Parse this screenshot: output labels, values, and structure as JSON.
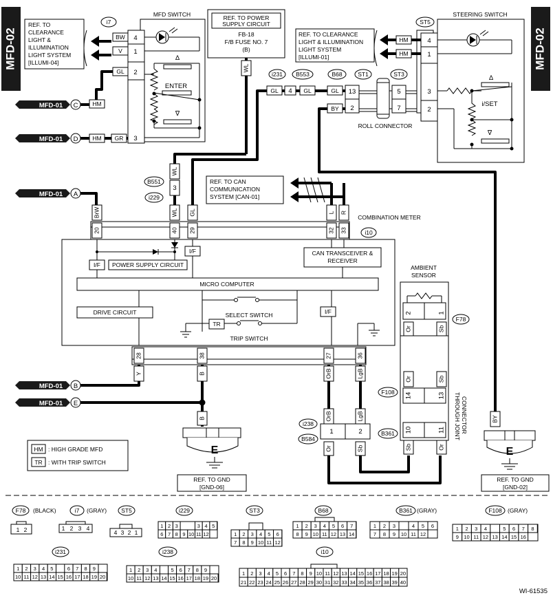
{
  "title": "MFD-02",
  "figure_id": "WI-61535",
  "refs": {
    "illumi04": [
      "REF. TO",
      "CLEARANCE",
      "LIGHT &",
      "ILLUMINATION",
      "LIGHT SYSTEM",
      "[ILLUMI-04]"
    ],
    "illumi01": [
      "REF. TO CLEARANCE",
      "LIGHT & ILLUMINATION",
      "LIGHT SYSTEM",
      "[ILLUMI-01]"
    ],
    "power": [
      "REF. TO POWER",
      "SUPPLY CIRCUIT"
    ],
    "fuse": [
      "FB-18",
      "F/B FUSE NO. 7",
      "(B)"
    ],
    "can": [
      "REF. TO CAN",
      "COMMUNICATION",
      "SYSTEM [CAN-01]"
    ],
    "gnd06": [
      "REF. TO GND",
      "[GND-06]"
    ],
    "gnd02": [
      "REF. TO GND",
      "[GND-02]"
    ]
  },
  "components": {
    "mfd_switch": "MFD SWITCH",
    "enter": "ENTER",
    "steering_switch": "STEERING SWITCH",
    "iset": "i/SET",
    "roll_connector": "ROLL CONNECTOR",
    "combination_meter": "COMBINATION METER",
    "power_supply_circuit": "POWER SUPPLY CIRCUIT",
    "can_transceiver": [
      "CAN TRANSCEIVER &",
      "RECEIVER"
    ],
    "micro_computer": "MICRO COMPUTER",
    "drive_circuit": "DRIVE CIRCUIT",
    "select_switch": "SELECT SWITCH",
    "trip_switch": "TRIP SWITCH",
    "ambient_sensor": [
      "AMBIENT",
      "SENSOR"
    ],
    "through_joint": [
      "THROUGH JOINT",
      "CONNECTOR"
    ],
    "if": "I/F",
    "ground": "E"
  },
  "connectors": {
    "i7": "i7",
    "st5": "ST5",
    "b551": "B551",
    "i229": "i229",
    "i231": "i231",
    "b553": "B553",
    "b68": "B68",
    "st1": "ST1",
    "st3": "ST3",
    "i10": "i10",
    "f78": "F78",
    "f108": "F108",
    "b361": "B361",
    "i238": "i238",
    "b584": "B584"
  },
  "offpage": [
    "MFD-01",
    "C",
    "D",
    "A",
    "B",
    "E"
  ],
  "wires": {
    "bw": "BW",
    "v": "V",
    "gl": "GL",
    "hm": "HM",
    "gr": "GR",
    "wl": "WL",
    "by": "BY",
    "brw": "BrW",
    "l": "L",
    "r": "R",
    "y": "Y",
    "b": "B",
    "orb": "OrB",
    "lgb": "LgB",
    "or": "Or",
    "sb": "Sb"
  },
  "pins": {
    "p1": "1",
    "p2": "2",
    "p3": "3",
    "p4": "4",
    "p5": "5",
    "p7": "7",
    "p10": "10",
    "p11": "11",
    "p13": "13",
    "p14": "14",
    "p20": "20",
    "p27": "27",
    "p28": "28",
    "p29": "29",
    "p32": "32",
    "p33": "33",
    "p36": "36",
    "p38": "38",
    "p40": "40"
  },
  "legend": {
    "hm_key": "HM",
    "hm_text": ": HIGH GRADE MFD",
    "tr_key": "TR",
    "tr_text": ": WITH TRIP SWITCH"
  },
  "bottom_connectors": {
    "f78": {
      "name": "F78",
      "color": "(BLACK)",
      "pins": [
        "1",
        "2"
      ]
    },
    "i7": {
      "name": "i7",
      "color": "(GRAY)",
      "pins": [
        "1",
        "2",
        "3",
        "4"
      ]
    },
    "st5": {
      "name": "ST5",
      "pins": [
        "4",
        "3",
        "2",
        "1"
      ]
    },
    "i229": {
      "name": "i229",
      "row1": [
        "1",
        "2",
        "3",
        "",
        "",
        "3",
        "4",
        "5"
      ],
      "row2": [
        "6",
        "7",
        "8",
        "9",
        "10",
        "11",
        "12"
      ]
    },
    "st3": {
      "name": "ST3",
      "row1": [
        "1",
        "2",
        "3",
        "4",
        "5",
        "6"
      ],
      "row2": [
        "7",
        "8",
        "9",
        "10",
        "11",
        "12"
      ]
    },
    "b68": {
      "name": "B68",
      "row1": [
        "1",
        "2",
        "3",
        "4",
        "5",
        "6",
        "7"
      ],
      "row2": [
        "8",
        "9",
        "10",
        "11",
        "12",
        "13",
        "14"
      ]
    },
    "b361": {
      "name": "B361",
      "color": "(GRAY)",
      "row1": [
        "1",
        "2",
        "3",
        "",
        "4",
        "5",
        "6"
      ],
      "row2": [
        "7",
        "8",
        "9",
        "10",
        "11",
        "12"
      ]
    },
    "f108": {
      "name": "F108",
      "color": "(GRAY)",
      "row1": [
        "1",
        "2",
        "3",
        "4",
        "",
        "5",
        "6",
        "7",
        "8"
      ],
      "row2": [
        "9",
        "10",
        "11",
        "12",
        "13",
        "14",
        "15",
        "16"
      ]
    },
    "i231": {
      "name": "i231",
      "row1": [
        "1",
        "2",
        "3",
        "4",
        "5",
        "",
        "6",
        "7",
        "8",
        "9"
      ],
      "row2": [
        "10",
        "11",
        "12",
        "13",
        "14",
        "15",
        "16",
        "17",
        "18",
        "19",
        "20"
      ]
    },
    "i238": {
      "name": "i238",
      "row1": [
        "1",
        "2",
        "3",
        "4",
        "",
        "5",
        "6",
        "7",
        "8",
        "9"
      ],
      "row2": [
        "10",
        "11",
        "12",
        "13",
        "14",
        "15",
        "16",
        "17",
        "18",
        "19",
        "20"
      ]
    },
    "i10": {
      "name": "i10",
      "row1": [
        "1",
        "2",
        "3",
        "4",
        "5",
        "6",
        "7",
        "8",
        "9",
        "10",
        "11",
        "12",
        "13",
        "14",
        "15",
        "16",
        "17",
        "18",
        "19",
        "20"
      ],
      "row2": [
        "21",
        "22",
        "23",
        "24",
        "25",
        "26",
        "27",
        "28",
        "29",
        "30",
        "31",
        "32",
        "33",
        "34",
        "35",
        "36",
        "37",
        "38",
        "39",
        "40"
      ]
    }
  }
}
